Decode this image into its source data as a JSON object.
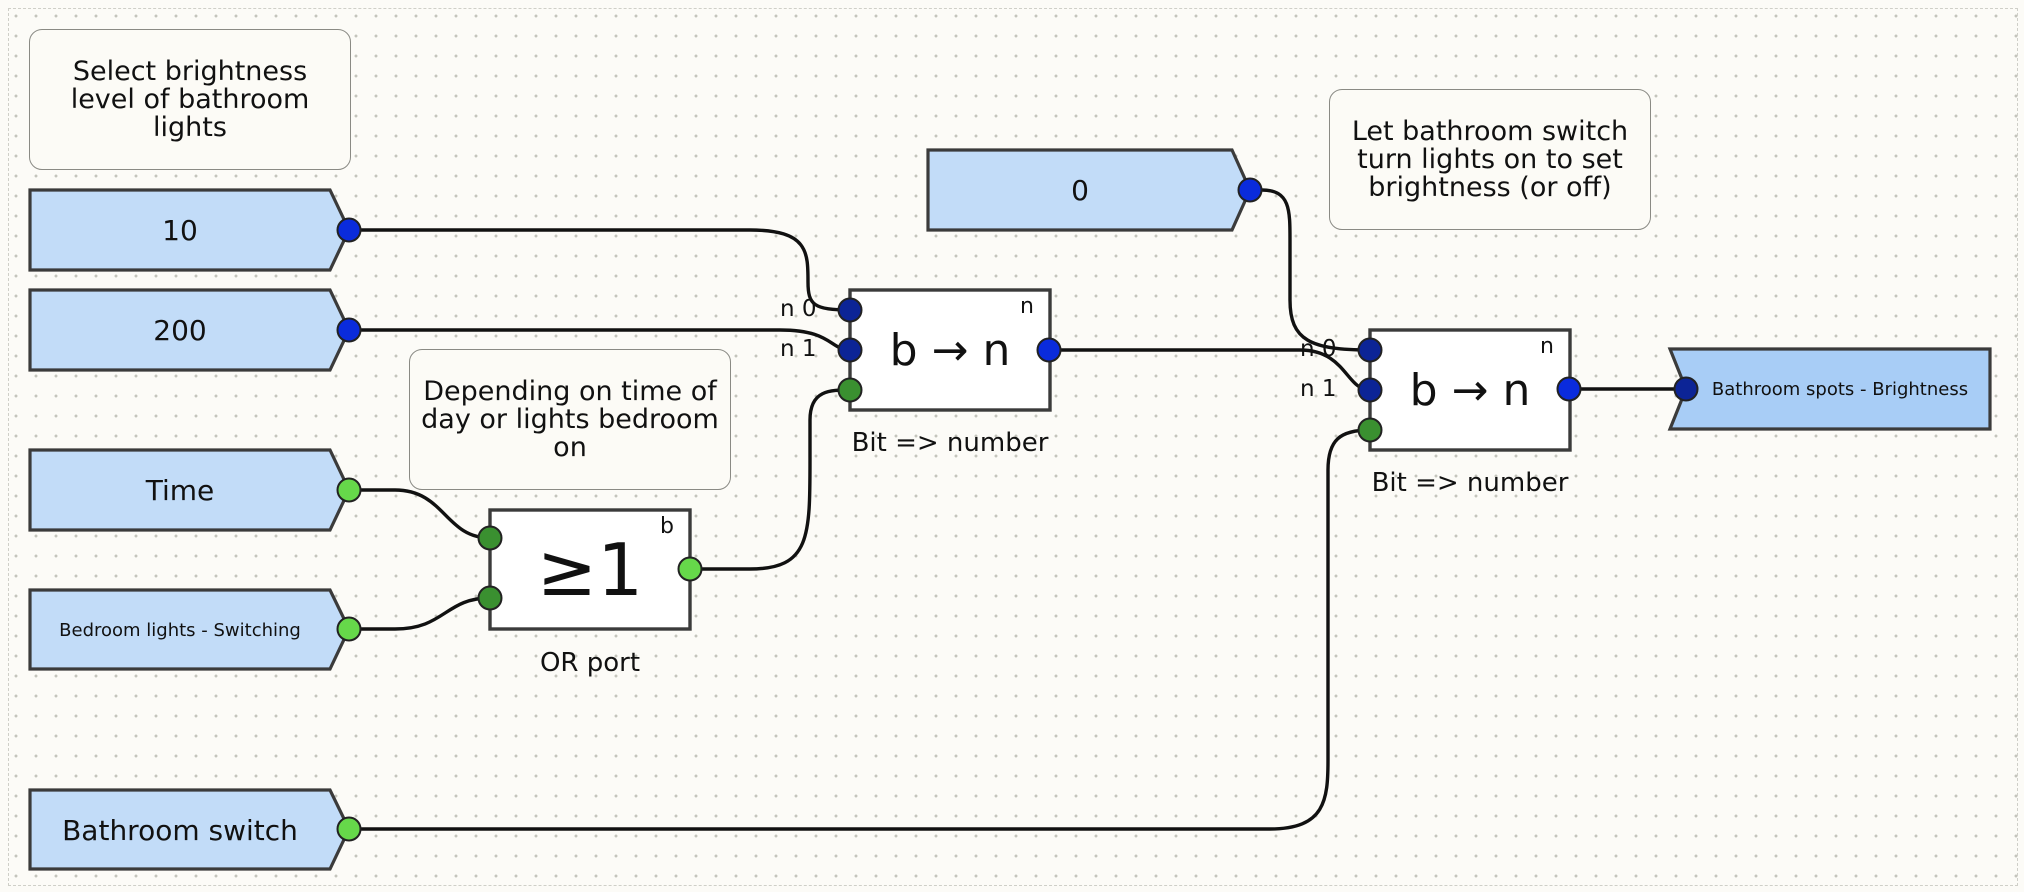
{
  "comments": [
    {
      "text": "Select brightness level of bathroom lights"
    },
    {
      "text": "Let bathroom switch turn lights on to set brightness (or off)"
    },
    {
      "text": "Depending on time of day or lights bedroom on"
    }
  ],
  "inputs": {
    "value_10": "10",
    "value_200": "200",
    "value_0": "0",
    "time": "Time",
    "bedroom": "Bedroom lights - Switching",
    "bathroom_switch": "Bathroom switch"
  },
  "output": {
    "label": "Bathroom spots - Brightness"
  },
  "blocks": {
    "or": {
      "symbol": "≥1",
      "type": "b",
      "caption": "OR port"
    },
    "bn1": {
      "symbol": "b → n",
      "type": "n",
      "caption": "Bit => number",
      "pin0": "n 0",
      "pin1": "n 1"
    },
    "bn2": {
      "symbol": "b → n",
      "type": "n",
      "caption": "Bit => number",
      "pin0": "n 0",
      "pin1": "n 1"
    }
  },
  "colors": {
    "io_fill": "#c2dcf8",
    "output_fill": "#a8cdf6",
    "number_port": "#0a2bdc",
    "number_port_dark": "#0c2496",
    "bit_port": "#66d84a",
    "bit_port_dark": "#3a9030",
    "wire": "#111111"
  }
}
